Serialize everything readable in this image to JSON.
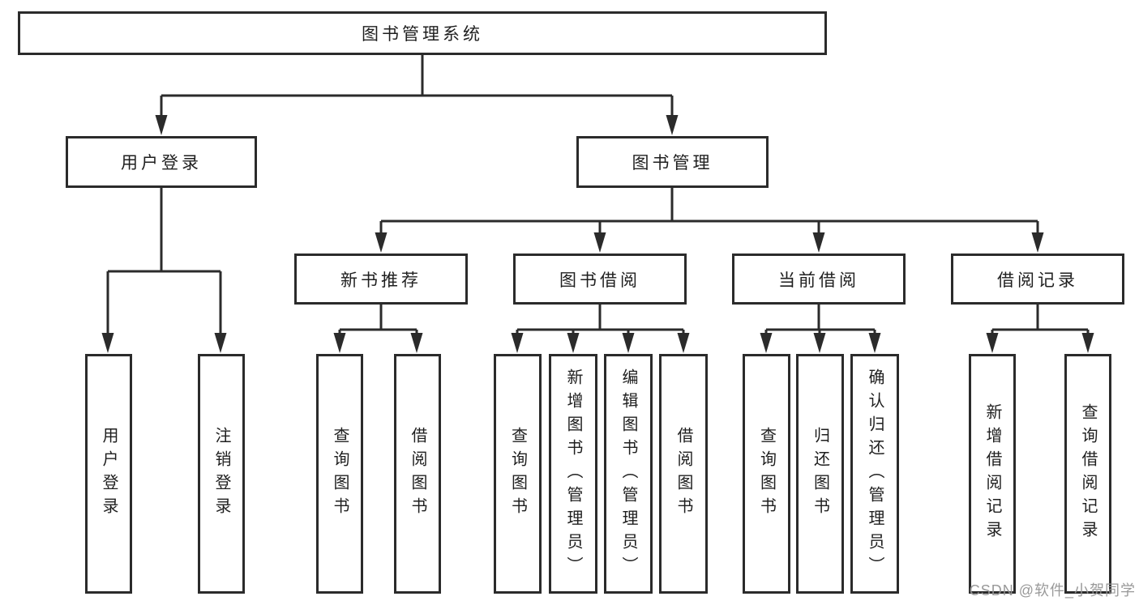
{
  "tree": {
    "root": {
      "label": "图书管理系统"
    },
    "children": [
      {
        "label": "用户登录",
        "children": [
          {
            "label": "用户登录"
          },
          {
            "label": "注销登录"
          }
        ]
      },
      {
        "label": "图书管理",
        "children": [
          {
            "label": "新书推荐",
            "children": [
              {
                "label": "查询图书"
              },
              {
                "label": "借阅图书"
              }
            ]
          },
          {
            "label": "图书借阅",
            "children": [
              {
                "label": "查询图书"
              },
              {
                "label": "新增图书（管理员）"
              },
              {
                "label": "编辑图书（管理员）"
              },
              {
                "label": "借阅图书"
              }
            ]
          },
          {
            "label": "当前借阅",
            "children": [
              {
                "label": "查询图书"
              },
              {
                "label": "归还图书"
              },
              {
                "label": "确认归还（管理员）"
              }
            ]
          },
          {
            "label": "借阅记录",
            "children": [
              {
                "label": "新增借阅记录"
              },
              {
                "label": "查询借阅记录"
              }
            ]
          }
        ]
      }
    ]
  },
  "watermark": {
    "text": "CSDN @软件_小贺同学"
  },
  "colors": {
    "line": "#2b2b2b",
    "text": "#1f1f1f",
    "background": "#ffffff",
    "watermark": "#949494"
  }
}
